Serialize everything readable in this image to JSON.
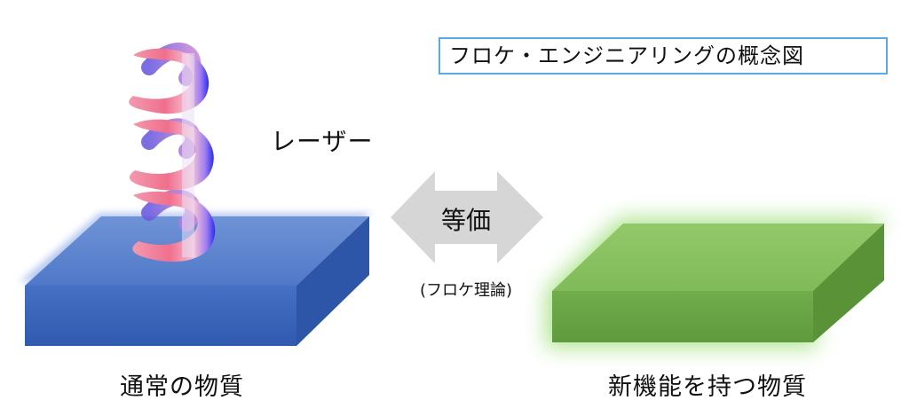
{
  "title": "フロケ・エンジニアリングの概念図",
  "laser_label": "レーザー",
  "arrow": {
    "label": "等価",
    "sublabel": "(フロケ理論)"
  },
  "left_block": {
    "caption": "通常の物質",
    "color": "#3a66b8"
  },
  "right_block": {
    "caption": "新機能を持つ物質",
    "color": "#6aa84f"
  },
  "colors": {
    "title_border": "#5aa9e6",
    "arrow_fill": "#d9d9d9",
    "helix_pink": "#f06f8c",
    "helix_blue": "#2b2cf0",
    "glow": "#8cd96b"
  }
}
